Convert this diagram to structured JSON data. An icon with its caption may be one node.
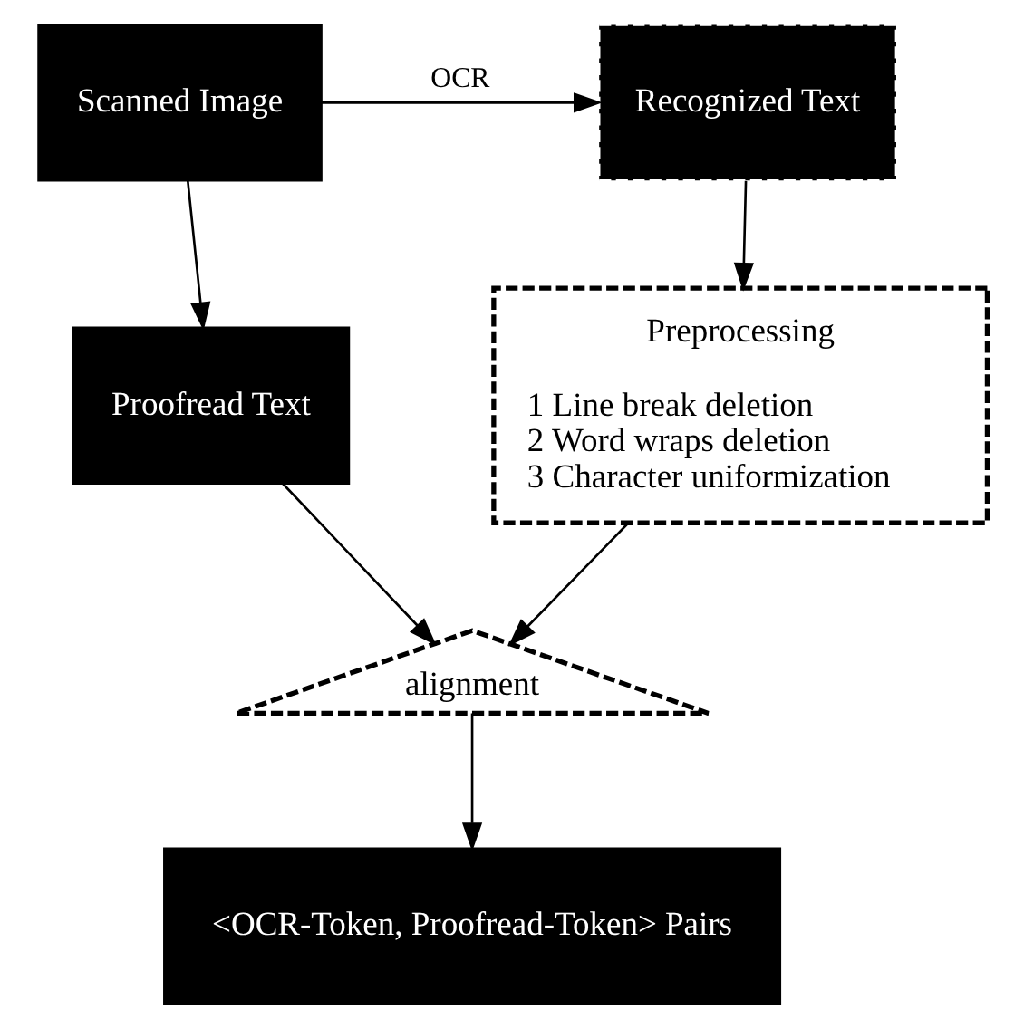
{
  "diagram": {
    "nodes": [
      {
        "text": [
          "Scanned Image"
        ]
      },
      {
        "text": [
          "Recognized Text"
        ]
      },
      {
        "text": [
          "Preprocessing",
          "1 Line break deletion",
          "2 Word wraps deletion",
          "3 Character uniformization"
        ]
      },
      {
        "text": [
          "Proofread Text"
        ]
      },
      {
        "text": [
          "alignment"
        ]
      },
      {
        "text": [
          "<OCR-Token, Proofread-Token> Pairs"
        ]
      }
    ],
    "edges": [
      {
        "from": 0,
        "to": 1,
        "arrow": "to",
        "label": "OCR"
      },
      {
        "from": 1,
        "to": 2,
        "arrow": "to"
      },
      {
        "from": 0,
        "to": 3,
        "arrow": "to"
      },
      {
        "from": 3,
        "to": 4,
        "arrow": "to"
      },
      {
        "from": 2,
        "to": 4,
        "arrow": "to"
      },
      {
        "from": 4,
        "to": 5,
        "arrow": "to"
      }
    ]
  }
}
